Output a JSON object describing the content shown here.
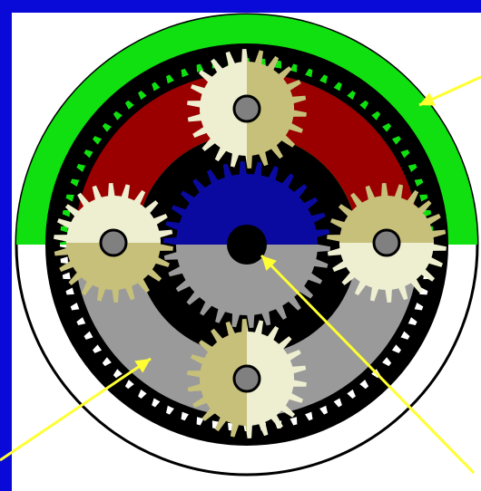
{
  "diagram": {
    "type": "planetary-gear-set",
    "colors": {
      "frame": "#0a0ad8",
      "background": "#ffffff",
      "ring_upper_fill": "#10e010",
      "ring_gear": "#000000",
      "carrier_upper": "#9a0000",
      "carrier_lower": "#9a9a9a",
      "sun_upper": "#0a0aa0",
      "sun_lower": "#9a9a9a",
      "planet_light": "#eeeed0",
      "planet_dark": "#c6c07a",
      "pin": "#808080",
      "pointer": "#ffff33"
    },
    "components": [
      {
        "name": "ring-gear",
        "icon": "ring-gear-icon"
      },
      {
        "name": "carrier",
        "icon": "carrier-icon"
      },
      {
        "name": "sun-gear",
        "icon": "sun-gear-icon"
      },
      {
        "name": "planet-gear",
        "count": 4,
        "icon": "planet-gear-icon"
      }
    ],
    "pointers": [
      {
        "target": "ring-gear",
        "icon": "arrow-icon"
      },
      {
        "target": "carrier",
        "icon": "arrow-icon"
      },
      {
        "target": "sun-gear",
        "icon": "arrow-icon"
      }
    ]
  }
}
